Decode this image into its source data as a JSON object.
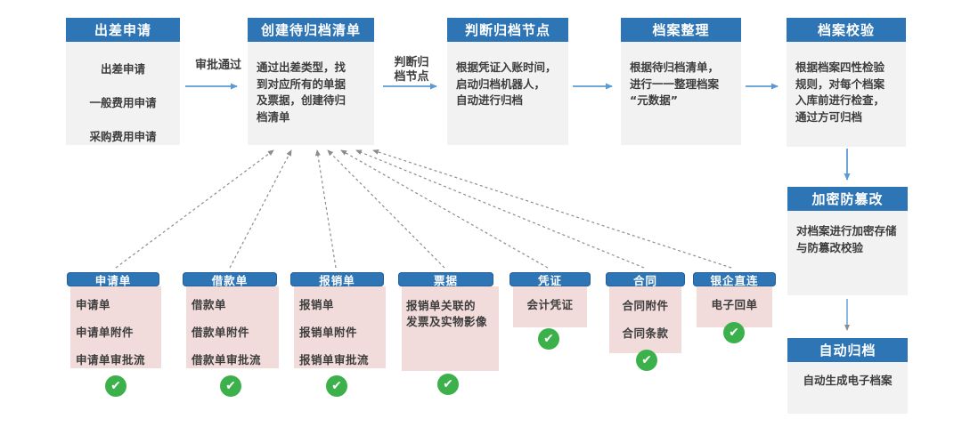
{
  "diagram": {
    "top_flow": {
      "boxes": [
        {
          "title": "出差申请",
          "lines": [
            "出差申请",
            "一般费用申请",
            "采购费用申请"
          ]
        },
        {
          "title": "创建待归档清单",
          "lines": [
            "通过出差类型，找",
            "到对应所有的单据",
            "及票据，创建待归",
            "档清单"
          ]
        },
        {
          "title": "判断归档节点",
          "lines": [
            "根据凭证入账时间，",
            "启动归档机器人，",
            "自动进行归档"
          ]
        },
        {
          "title": "档案整理",
          "lines": [
            "根据待归档清单，",
            "进行一一整理档案",
            "“元数据”"
          ]
        },
        {
          "title": "档案校验",
          "lines": [
            "根据档案四性检验",
            "规则，对每个档案",
            "入库前进行检查，",
            "通过方可归档"
          ]
        }
      ],
      "edge_labels": [
        "审批通过",
        "判断归档节点"
      ]
    },
    "right_flow": [
      {
        "title": "加密防篡改",
        "lines": [
          "对档案进行加密存储",
          "与防篡改校验"
        ]
      },
      {
        "title": "自动归档",
        "lines": [
          "自动生成电子档案"
        ]
      }
    ],
    "source_boxes": [
      {
        "title": "申请单",
        "items": [
          "申请单",
          "申请单附件",
          "申请单审批流"
        ]
      },
      {
        "title": "借款单",
        "items": [
          "借款单",
          "借款单附件",
          "借款单审批流"
        ]
      },
      {
        "title": "报销单",
        "items": [
          "报销单",
          "报销单附件",
          "报销单审批流"
        ]
      },
      {
        "title": "票据",
        "items": [
          "报销单关联的",
          "发票及实物影像"
        ]
      },
      {
        "title": "凭证",
        "items": [
          "会计凭证"
        ]
      },
      {
        "title": "合同",
        "items": [
          "合同附件",
          "合同条款"
        ]
      },
      {
        "title": "银企直连",
        "items": [
          "电子回单"
        ]
      }
    ],
    "icons": {
      "check": "✔"
    },
    "colors": {
      "header_blue": "#2e75b6",
      "top_body_gray": "#f2f2f2",
      "source_body_pink": "#f2dcdb",
      "arrow_blue": "#5b9bd5",
      "dashed_arrow_gray": "#8c8c8c",
      "check_green": "#3cb04a"
    }
  }
}
